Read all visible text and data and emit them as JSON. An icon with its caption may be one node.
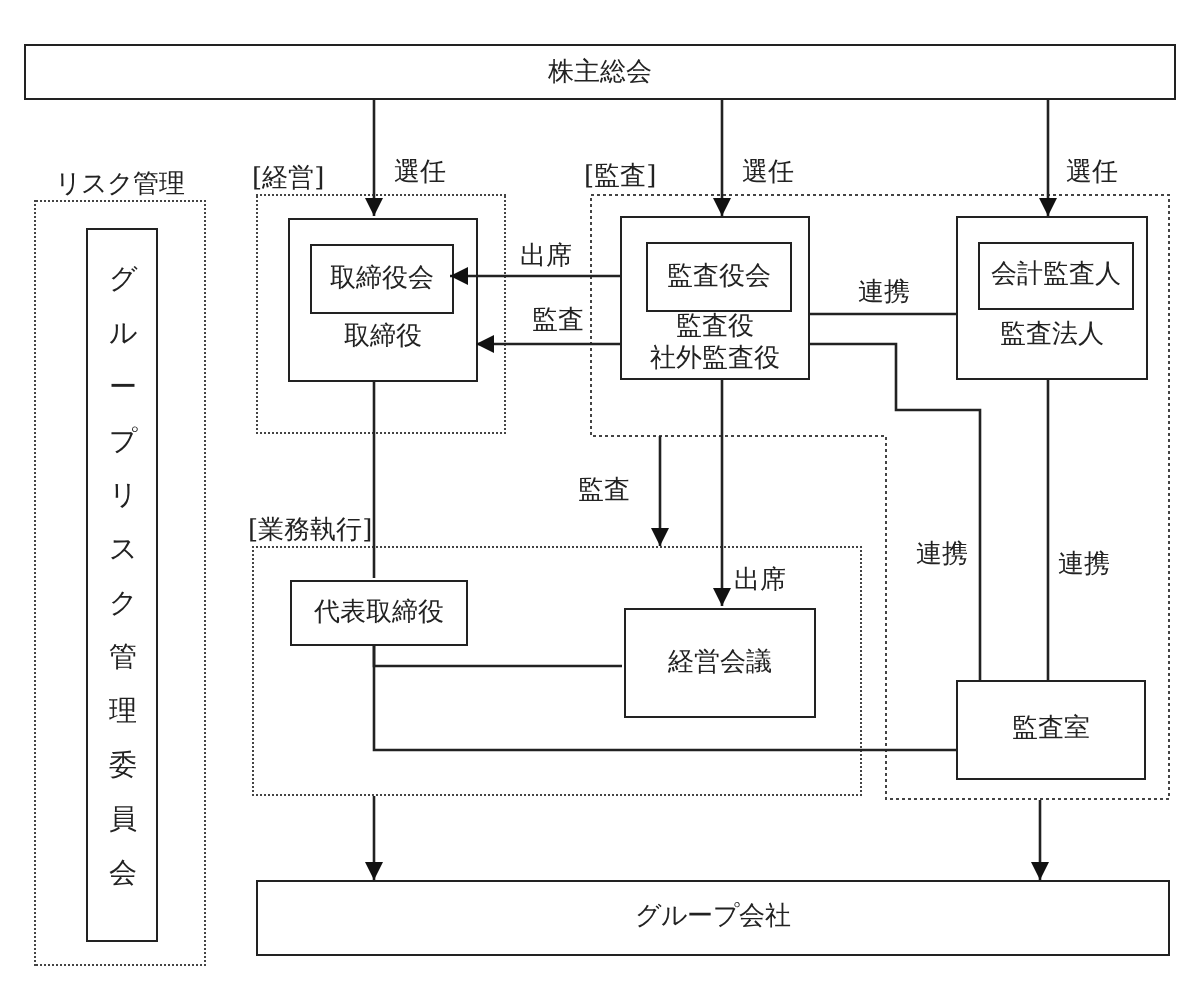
{
  "diagram": {
    "nodes": [
      {
        "text": [
          "株主総会"
        ]
      },
      {
        "text": [
          "リスク管理"
        ]
      },
      {
        "text": [
          "グループリスク管理委員会"
        ],
        "in": 1
      },
      {
        "text": [
          "[経営]"
        ]
      },
      {
        "text": [
          "取締役"
        ],
        "in": 3
      },
      {
        "text": [
          "取締役会"
        ],
        "in": 4
      },
      {
        "text": [
          "[監査]"
        ]
      },
      {
        "text": [
          "監査役",
          "社外監査役"
        ],
        "in": 6
      },
      {
        "text": [
          "監査役会"
        ],
        "in": 7
      },
      {
        "text": [
          "監査法人"
        ],
        "in": 6
      },
      {
        "text": [
          "会計監査人"
        ],
        "in": 9
      },
      {
        "text": [
          "[業務執行]"
        ]
      },
      {
        "text": [
          "代表取締役"
        ],
        "in": 11
      },
      {
        "text": [
          "経営会議"
        ],
        "in": 11
      },
      {
        "text": [
          "監査室"
        ],
        "in": 6
      },
      {
        "text": [
          "グループ会社"
        ]
      }
    ],
    "edges": [
      {
        "from": 0,
        "to": 4,
        "arrow": "to",
        "label": "選任"
      },
      {
        "from": 0,
        "to": 7,
        "arrow": "to",
        "label": "選任"
      },
      {
        "from": 0,
        "to": 9,
        "arrow": "to",
        "label": "選任"
      },
      {
        "from": 7,
        "to": 5,
        "arrow": "to",
        "label": "出席"
      },
      {
        "from": 7,
        "to": 4,
        "arrow": "to",
        "label": "監査"
      },
      {
        "from": 7,
        "to": 9,
        "arrow": "none",
        "label": "連携"
      },
      {
        "from": 7,
        "to": 14,
        "arrow": "none",
        "label": "連携"
      },
      {
        "from": 9,
        "to": 14,
        "arrow": "none",
        "label": "連携"
      },
      {
        "from": 6,
        "to": 11,
        "arrow": "to",
        "label": "監査"
      },
      {
        "from": 7,
        "to": 13,
        "arrow": "to",
        "label": "出席"
      },
      {
        "from": 4,
        "to": 12,
        "arrow": "none"
      },
      {
        "from": 12,
        "to": 13,
        "arrow": "none"
      },
      {
        "from": 12,
        "to": 14,
        "arrow": "none"
      },
      {
        "from": 11,
        "to": 15,
        "arrow": "to"
      },
      {
        "from": 6,
        "to": 15,
        "arrow": "to"
      }
    ]
  }
}
